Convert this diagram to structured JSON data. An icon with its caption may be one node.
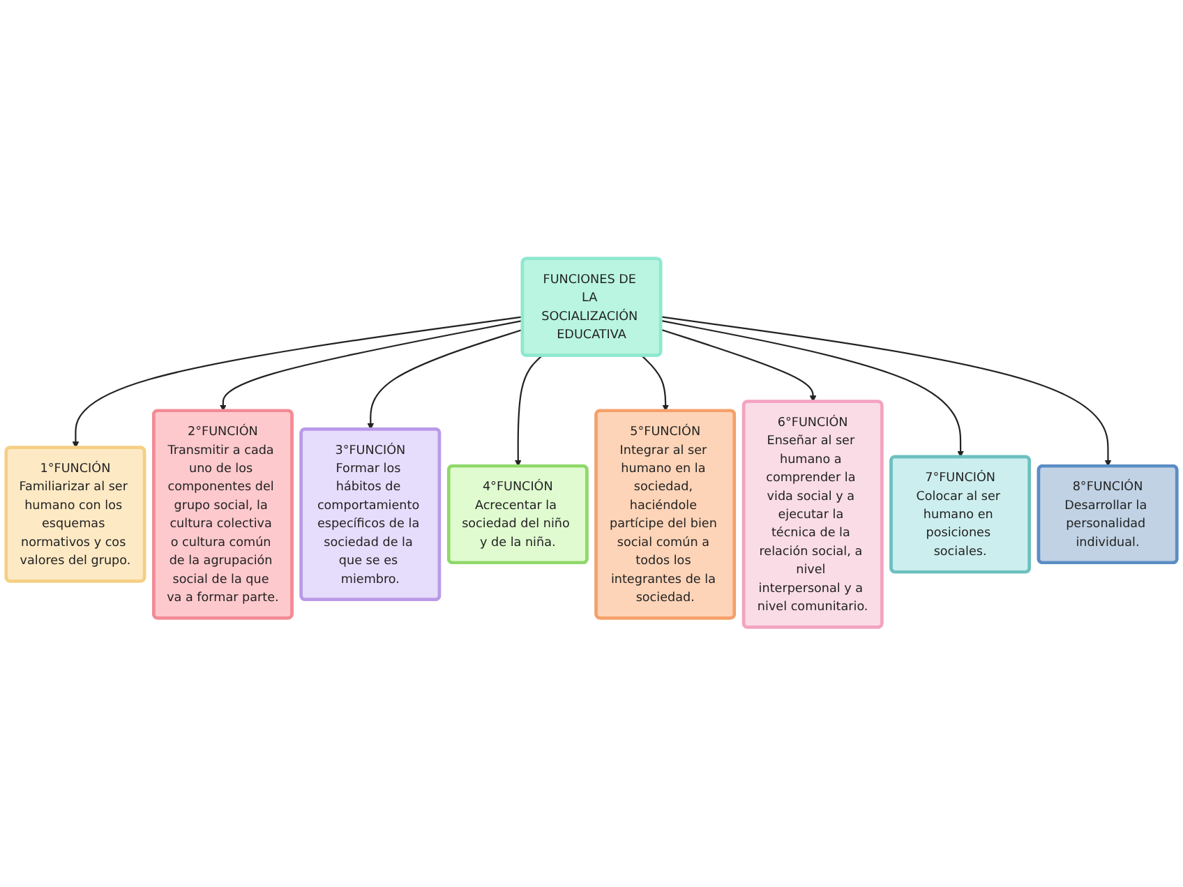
{
  "diagram": {
    "nodes": [
      {
        "text": [
          "FUNCIONES DE LA SOCIALIZACIÓN EDUCATIVA"
        ]
      },
      {
        "text": [
          "1°FUNCIÓN",
          "Familiarizar al ser humano con los esquemas normativos y cos valores del grupo."
        ]
      },
      {
        "text": [
          "2°FUNCIÓN",
          "Transmitir a cada uno de los componentes del grupo social, la cultura colectiva o cultura común de la agrupación social de la que va a formar parte."
        ]
      },
      {
        "text": [
          "3°FUNCIÓN",
          "Formar los hábitos de comportamiento específicos de la sociedad de la que se es miembro."
        ]
      },
      {
        "text": [
          "4°FUNCIÓN",
          "Acrecentar la sociedad del niño y de la niña."
        ]
      },
      {
        "text": [
          "5°FUNCIÓN",
          "Integrar al ser humano en la sociedad, haciéndole partícipe del bien social común a todos los integrantes de la sociedad."
        ]
      },
      {
        "text": [
          "6°FUNCIÓN",
          "Enseñar al ser humano a comprender la vida social y a ejecutar la técnica de la relación social, a nivel interpersonal y a nivel comunitario."
        ]
      },
      {
        "text": [
          "7°FUNCIÓN",
          "Colocar al ser humano en posiciones sociales."
        ]
      },
      {
        "text": [
          "8°FUNCIÓN",
          "Desarrollar la personalidad individual."
        ]
      }
    ],
    "edges": [
      {
        "from": 0,
        "to": 1,
        "arrow": "to"
      },
      {
        "from": 0,
        "to": 2,
        "arrow": "to"
      },
      {
        "from": 0,
        "to": 3,
        "arrow": "to"
      },
      {
        "from": 0,
        "to": 4,
        "arrow": "to"
      },
      {
        "from": 0,
        "to": 5,
        "arrow": "to"
      },
      {
        "from": 0,
        "to": 6,
        "arrow": "to"
      },
      {
        "from": 0,
        "to": 7,
        "arrow": "to"
      },
      {
        "from": 0,
        "to": 8,
        "arrow": "to"
      }
    ]
  }
}
